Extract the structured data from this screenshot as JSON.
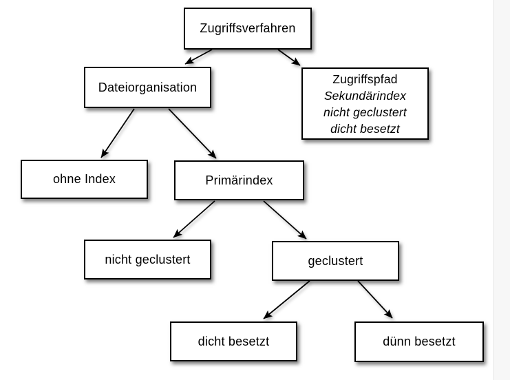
{
  "diagram": {
    "type": "tree",
    "nodes": [
      {
        "id": "zugriffsverfahren",
        "label": "Zugriffsverfahren"
      },
      {
        "id": "dateiorganisation",
        "label": "Dateiorganisation"
      },
      {
        "id": "zugriffspfad",
        "lines": [
          "Zugriffspfad",
          "Sekundärindex",
          "nicht geclustert",
          "dicht besetzt"
        ],
        "italic_lines": [
          1,
          2,
          3
        ]
      },
      {
        "id": "ohne-index",
        "label": "ohne Index"
      },
      {
        "id": "primaerindex",
        "label": "Primärindex"
      },
      {
        "id": "nicht-geclustert",
        "label": "nicht geclustert"
      },
      {
        "id": "geclustert",
        "label": "geclustert"
      },
      {
        "id": "dicht-besetzt",
        "label": "dicht besetzt"
      },
      {
        "id": "duenn-besetzt",
        "label": "dünn besetzt"
      }
    ],
    "edges": [
      {
        "from": "Zugriffsverfahren",
        "to": "Dateiorganisation"
      },
      {
        "from": "Zugriffsverfahren",
        "to": "Zugriffspfad"
      },
      {
        "from": "Dateiorganisation",
        "to": "ohne Index"
      },
      {
        "from": "Dateiorganisation",
        "to": "Primärindex"
      },
      {
        "from": "Primärindex",
        "to": "nicht geclustert"
      },
      {
        "from": "Primärindex",
        "to": "geclustert"
      },
      {
        "from": "geclustert",
        "to": "dicht besetzt"
      },
      {
        "from": "geclustert",
        "to": "dünn besetzt"
      }
    ],
    "colors": {
      "background": "#ffffff",
      "node_fill": "#ffffff",
      "node_border": "#000000",
      "text": "#000000",
      "edge": "#000000",
      "page_edge_fill": "#f7f7f7"
    }
  }
}
